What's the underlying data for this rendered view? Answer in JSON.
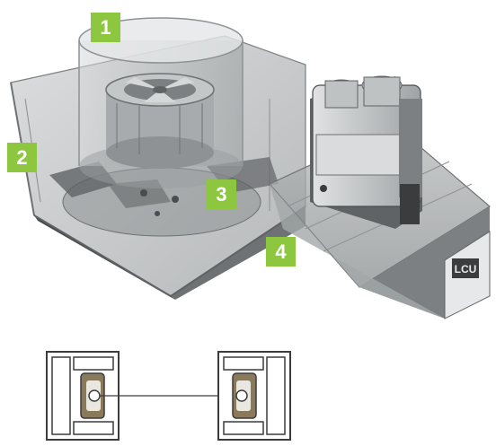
{
  "callouts": [
    {
      "label": "1"
    },
    {
      "label": "2"
    },
    {
      "label": "3"
    },
    {
      "label": "4"
    }
  ],
  "colors": {
    "callout_fill": "#8dc63f",
    "body_gray": "#9ea2a4",
    "dark_gray": "#3a3c3e",
    "ring_brown": "#8a7a5a"
  },
  "module_badge_text": "LCU"
}
